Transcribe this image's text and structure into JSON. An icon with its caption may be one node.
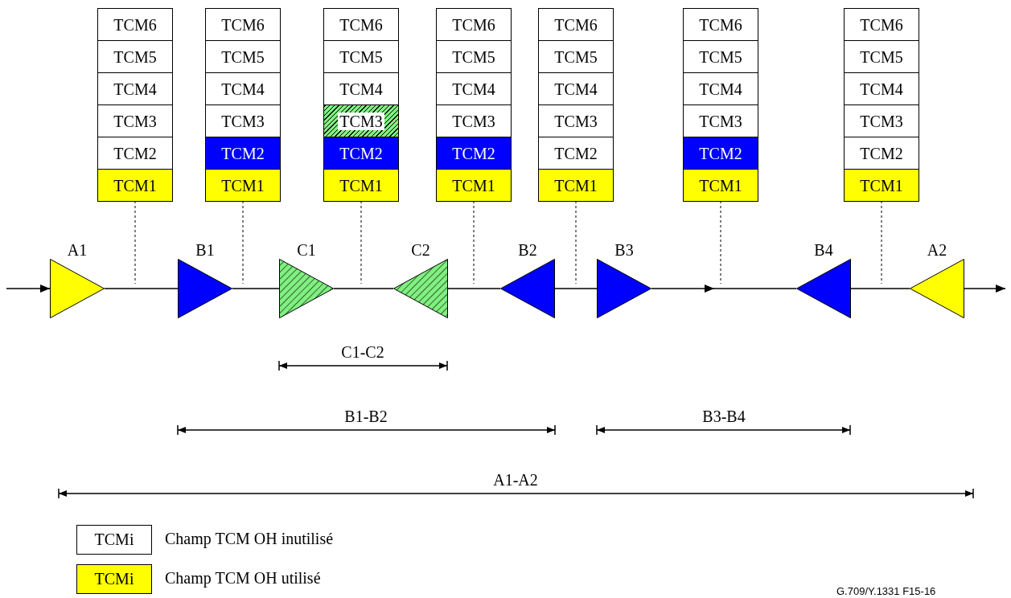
{
  "diagram": {
    "nodes": [
      {
        "text": [
          "TCM6"
        ]
      },
      {
        "text": [
          "TCM5"
        ]
      },
      {
        "text": [
          "TCM4"
        ]
      },
      {
        "text": [
          "TCM3"
        ]
      },
      {
        "text": [
          "TCM2"
        ]
      },
      {
        "text": [
          "TCM1"
        ]
      },
      {
        "text": [
          "TCM6"
        ]
      },
      {
        "text": [
          "TCM5"
        ]
      },
      {
        "text": [
          "TCM4"
        ]
      },
      {
        "text": [
          "TCM3"
        ]
      },
      {
        "text": [
          "TCM2"
        ]
      },
      {
        "text": [
          "TCM1"
        ]
      },
      {
        "text": [
          "TCM6"
        ]
      },
      {
        "text": [
          "TCM5"
        ]
      },
      {
        "text": [
          "TCM4"
        ]
      },
      {
        "text": [
          "TCM3"
        ]
      },
      {
        "text": [
          "TCM2"
        ]
      },
      {
        "text": [
          "TCM1"
        ]
      },
      {
        "text": [
          "TCM6"
        ]
      },
      {
        "text": [
          "TCM5"
        ]
      },
      {
        "text": [
          "TCM4"
        ]
      },
      {
        "text": [
          "TCM3"
        ]
      },
      {
        "text": [
          "TCM2"
        ]
      },
      {
        "text": [
          "TCM1"
        ]
      },
      {
        "text": [
          "TCM6"
        ]
      },
      {
        "text": [
          "TCM5"
        ]
      },
      {
        "text": [
          "TCM4"
        ]
      },
      {
        "text": [
          "TCM3"
        ]
      },
      {
        "text": [
          "TCM2"
        ]
      },
      {
        "text": [
          "TCM1"
        ]
      },
      {
        "text": [
          "TCM6"
        ]
      },
      {
        "text": [
          "TCM5"
        ]
      },
      {
        "text": [
          "TCM4"
        ]
      },
      {
        "text": [
          "TCM3"
        ]
      },
      {
        "text": [
          "TCM2"
        ]
      },
      {
        "text": [
          "TCM1"
        ]
      },
      {
        "text": [
          "TCM6"
        ]
      },
      {
        "text": [
          "TCM5"
        ]
      },
      {
        "text": [
          "TCM4"
        ]
      },
      {
        "text": [
          "TCM3"
        ]
      },
      {
        "text": [
          "TCM2"
        ]
      },
      {
        "text": [
          "TCM1"
        ]
      },
      {
        "text": [
          "A1"
        ]
      },
      {
        "text": [
          "B1"
        ]
      },
      {
        "text": [
          "C1"
        ]
      },
      {
        "text": [
          "C2"
        ]
      },
      {
        "text": [
          "B2"
        ]
      },
      {
        "text": [
          "B3"
        ]
      },
      {
        "text": [
          "B4"
        ]
      },
      {
        "text": [
          "A2"
        ]
      }
    ],
    "edges": [
      {
        "from": null,
        "to": 42,
        "arrow": "to"
      },
      {
        "from": 42,
        "to": 43,
        "arrow": "none"
      },
      {
        "from": 43,
        "to": 44,
        "arrow": "none"
      },
      {
        "from": 44,
        "to": 45,
        "arrow": "none"
      },
      {
        "from": 45,
        "to": 46,
        "arrow": "none"
      },
      {
        "from": 46,
        "to": 47,
        "arrow": "none"
      },
      {
        "from": 47,
        "to": null,
        "arrow": "to"
      },
      {
        "from": null,
        "to": 48,
        "arrow": "none"
      },
      {
        "from": 48,
        "to": 49,
        "arrow": "none"
      },
      {
        "from": 49,
        "to": null,
        "arrow": "to"
      },
      {
        "from": 5,
        "to": null,
        "arrow": "none",
        "style": "dashed"
      },
      {
        "from": 11,
        "to": null,
        "arrow": "none",
        "style": "dashed"
      },
      {
        "from": 17,
        "to": null,
        "arrow": "none",
        "style": "dashed"
      },
      {
        "from": 23,
        "to": null,
        "arrow": "none",
        "style": "dashed"
      },
      {
        "from": 29,
        "to": null,
        "arrow": "none",
        "style": "dashed"
      },
      {
        "from": 35,
        "to": null,
        "arrow": "none",
        "style": "dashed"
      },
      {
        "from": 41,
        "to": null,
        "arrow": "none",
        "style": "dashed"
      }
    ],
    "labels": [
      "C1-C2",
      "B1-B2",
      "B3-B4",
      "A1-A2",
      "TCMi",
      "TCMi",
      "G.709/Y.1331  F15-16"
    ],
    "legend": [
      {
        "text": "Champ TCM OH inutilisé",
        "color": "#ffffff"
      },
      {
        "text": "Champ TCM OH utilisé",
        "color": "#ffff00"
      }
    ]
  }
}
